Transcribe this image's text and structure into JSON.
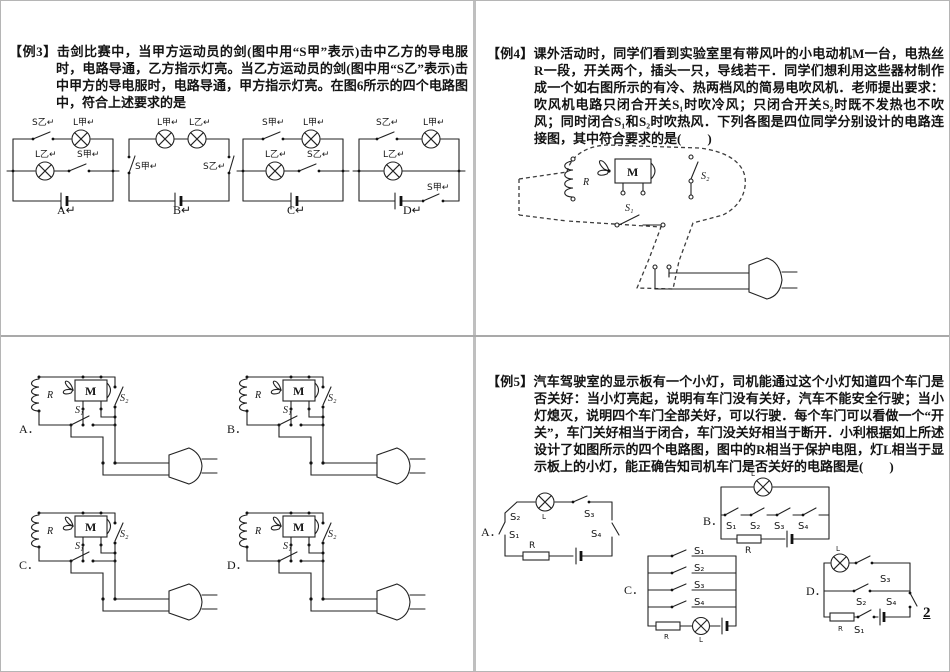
{
  "page": {
    "number": "2"
  },
  "problems": {
    "ex3": {
      "tag": "【例3】",
      "text": "击剑比赛中，当甲方运动员的剑(图中用“S甲”表示)击中乙方的导电服时，电路导通，乙方指示灯亮。当乙方运动员的剑(图中用“S乙”表示)击中甲方的导电服时，电路导通，甲方指示灯亮。在图6所示的四个电路图中，符合上述要求的是"
    },
    "ex4": {
      "tag": "【例4】",
      "text": "课外活动时，同学们看到实验室里有带风叶的小电动机M一台，电热丝R一段，开关两个，插头一只，导线若干．同学们想利用这些器材制作成一个如右图所示的有冷、热两档风的简易电吹风机．老师提出要求：吹风机电路只闭合开关S₁时吹冷风；只闭合开关S₂时既不发热也不吹风；同时闭合S₁和S₂时吹热风．下列各图是四位同学分别设计的电路连接图，其中符合要求的是(　　)"
    },
    "ex5": {
      "tag": "【例5】",
      "text": "汽车驾驶室的显示板有一个小灯，司机能通过这个小灯知道四个车门是否关好：当小灯亮起，说明有车门没有关好，汽车不能安全行驶；当小灯熄灭，说明四个车门全部关好，可以行驶．每个车门可以看做一个“开关”，车门关好相当于闭合，车门没关好相当于断开．小利根据如上所述设计了如图所示的四个电路图，图中的R相当于保护电阻，灯L相当于显示板上的小灯，能正确告知司机车门是否关好的电路图是(　　)"
    }
  },
  "ex3_circuits": {
    "a": {
      "letter": "A↵",
      "top_switch": "S乙↵",
      "top_lamp": "L甲↵",
      "mid_lamp": "L乙↵",
      "mid_switch": "S甲↵"
    },
    "b": {
      "letter": "B↵",
      "lamp1": "L甲↵",
      "lamp2": "L乙↵",
      "left_switch": "S甲↵",
      "right_switch": "S乙↵"
    },
    "c": {
      "letter": "C↵",
      "top_switch": "S甲↵",
      "top_lamp": "L甲↵",
      "mid_lamp": "L乙↵",
      "mid_switch": "S乙↵"
    },
    "d": {
      "letter": "D↵",
      "top_switch": "S乙↵",
      "top_lamp": "L甲↵",
      "mid_lamp": "L乙↵",
      "bottom_switch": "S甲↵"
    }
  },
  "dryer": {
    "r": "R",
    "m": "M",
    "s1": "S₁",
    "s2": "S₂"
  },
  "ex4_options": {
    "shared": {
      "r": "R",
      "m": "M",
      "s1": "S₁",
      "s2": "S₂"
    },
    "a": "A．",
    "b": "B．",
    "c": "C．",
    "d": "D．"
  },
  "ex5_circuits": {
    "a": {
      "letter": "A．",
      "lamp": "L",
      "r": "R",
      "s1": "S₁",
      "s2": "S₂",
      "s3": "S₃",
      "s4": "S₄"
    },
    "b": {
      "letter": "B．",
      "lamp": "L",
      "r": "R",
      "s1": "S₁",
      "s2": "S₂",
      "s3": "S₃",
      "s4": "S₄"
    },
    "c": {
      "letter": "C．",
      "lamp": "L",
      "r": "R",
      "s1": "S₁",
      "s2": "S₂",
      "s3": "S₃",
      "s4": "S₄"
    },
    "d": {
      "letter": "D．",
      "lamp": "L",
      "r": "R",
      "s1": "S₁",
      "s2": "S₂",
      "s3": "S₃",
      "s4": "S₄"
    }
  }
}
